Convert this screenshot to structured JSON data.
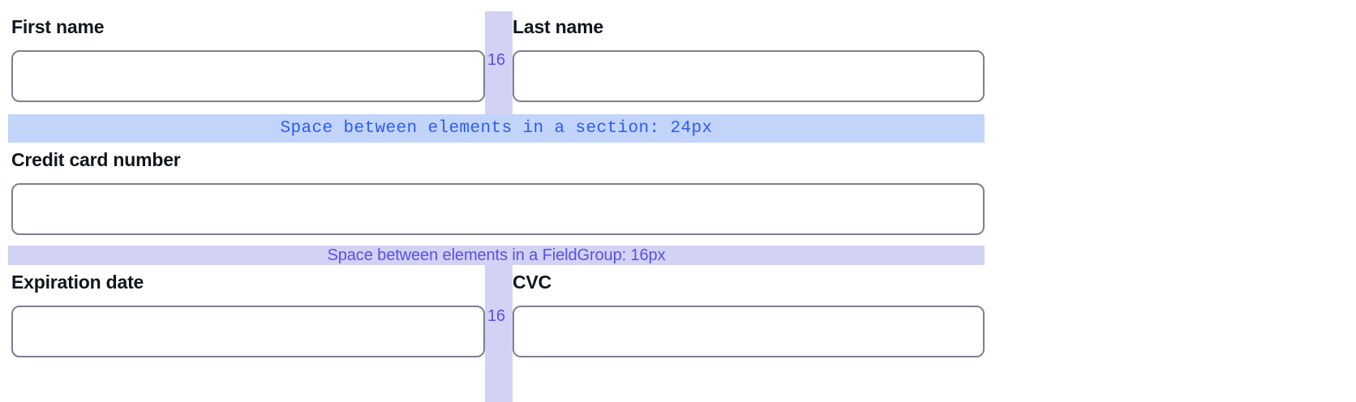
{
  "form": {
    "fields": [
      {
        "name": "first-name",
        "label": "First name",
        "value": "",
        "placeholder": ""
      },
      {
        "name": "last-name",
        "label": "Last name",
        "value": "",
        "placeholder": ""
      },
      {
        "name": "card-number",
        "label": "Credit card number",
        "value": "",
        "placeholder": ""
      },
      {
        "name": "expiration",
        "label": "Expiration date",
        "value": "",
        "placeholder": ""
      },
      {
        "name": "cvc",
        "label": "CVC",
        "value": "",
        "placeholder": ""
      }
    ]
  },
  "annotations": {
    "gutter_top_label": "16",
    "gutter_bottom_label": "16",
    "section_band_text": "Space between elements in a section: 24px",
    "fieldgroup_band_text": "Space between elements in a FieldGroup: 16px"
  },
  "colors": {
    "section_band_bg": "#c3d4fb",
    "section_band_text": "#2b5cf6",
    "fieldgroup_band_bg": "#d2d2f5",
    "fieldgroup_band_text": "#5b50e8",
    "gutter_bg": "#d2d2f5",
    "gutter_label": "#5b50e8",
    "input_border": "#7c8191",
    "label_text": "#10161c",
    "page_bg": "#ffffff"
  }
}
